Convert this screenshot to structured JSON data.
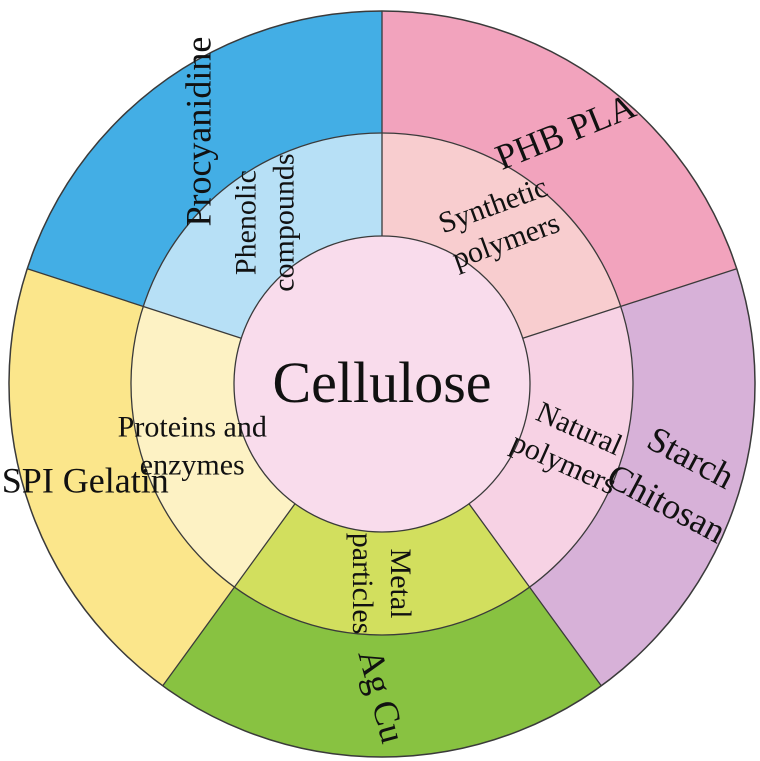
{
  "center": {
    "label": "Cellulose",
    "color": "#f9dcec"
  },
  "line_color": "#3a3a3a",
  "segments": [
    {
      "category": [
        "Synthetic",
        "polymers"
      ],
      "examples": [
        "PHB  PLA"
      ],
      "outer_color": "#f2a3bd",
      "inner_color": "#f8cdcf"
    },
    {
      "category": [
        "Natural",
        "polymers"
      ],
      "examples": [
        "Starch",
        "Chitosan"
      ],
      "outer_color": "#d7b1d8",
      "inner_color": "#f7d2e4"
    },
    {
      "category": [
        "Metal",
        "particles"
      ],
      "examples": [
        "Ag Cu"
      ],
      "outer_color": "#88c241",
      "inner_color": "#d2df5e"
    },
    {
      "category": [
        "Proteins and",
        "enzymes"
      ],
      "examples": [
        "SPI Gelatin"
      ],
      "outer_color": "#fbe68b",
      "inner_color": "#fdf2c4"
    },
    {
      "category": [
        "Phenolic",
        "compounds"
      ],
      "examples": [
        "Procyanidine"
      ],
      "outer_color": "#43aee5",
      "inner_color": "#b7e0f6"
    }
  ]
}
